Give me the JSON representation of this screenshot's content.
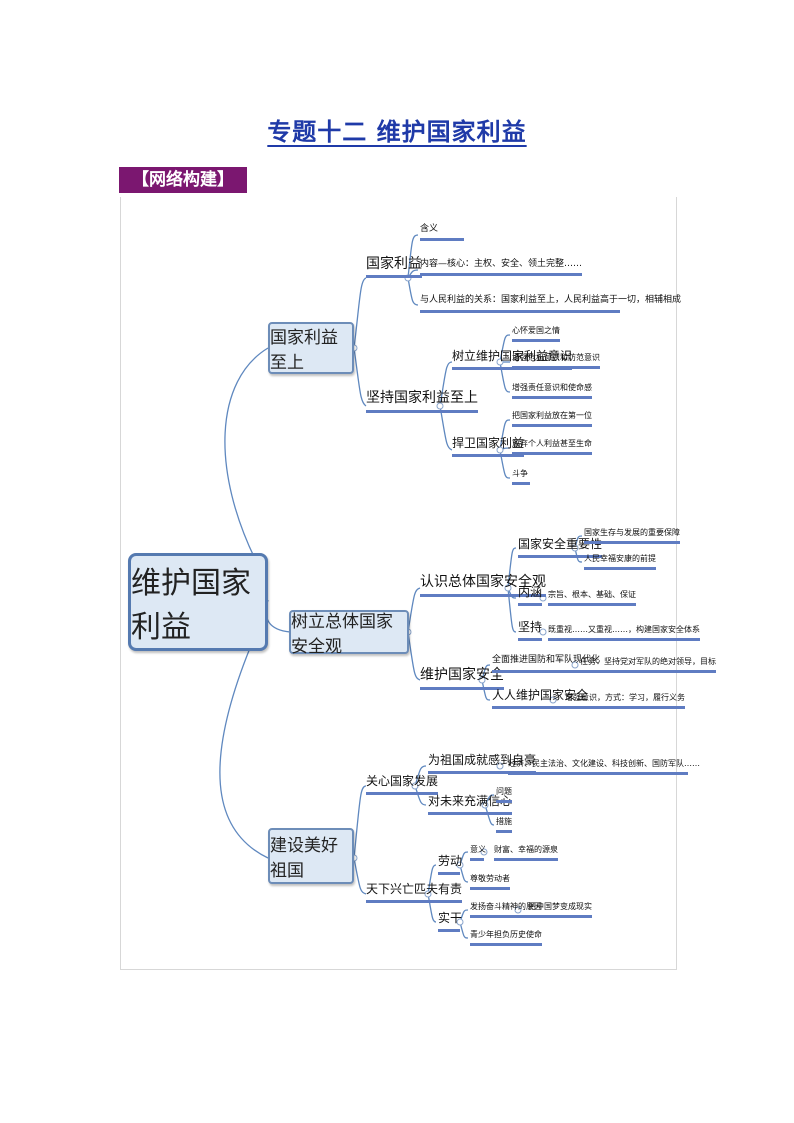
{
  "title": "专题十二   维护国家利益",
  "section_label": "【网络构建】",
  "mindmap": {
    "root": "维护国家利益",
    "b1": {
      "label": "国家利益至上",
      "c1": {
        "label": "国家利益",
        "i1": "含义",
        "i2": "内容—核心：主权、安全、领土完整……",
        "i3": "与人民利益的关系：国家利益至上，人民利益高于一切，相辅相成"
      },
      "c2": {
        "label": "坚持国家利益至上",
        "d1": {
          "label": "树立维护国家利益意识",
          "e1": "心怀爱国之情",
          "e2": "增强危机意识和防范意识",
          "e3": "增强责任意识和使命感"
        },
        "d2": {
          "label": "捍卫国家利益",
          "e1": "把国家利益放在第一位",
          "e2": "放弃个人利益甚至生命",
          "e3": "斗争"
        }
      }
    },
    "b2": {
      "label": "树立总体国家安全观",
      "c1": {
        "label": "认识总体国家安全观",
        "d1": {
          "label": "国家安全重要性",
          "e1": "国家生存与发展的重要保障",
          "e2": "人民幸福安康的前提"
        },
        "d2": {
          "label": "内涵",
          "e1": "宗旨、根本、基础、保证"
        },
        "d3": {
          "label": "坚持",
          "e1": "既重视……又重视……，构建国家安全体系"
        }
      },
      "c2": {
        "label": "维护国家安全",
        "d1": {
          "label": "全面推进国防和军队现代化",
          "e1": "任务：坚持党对军队的绝对领导，目标"
        },
        "d2": {
          "label": "人人维护国家安全",
          "e1": "增强意识，方式：学习，履行义务"
        }
      }
    },
    "b3": {
      "label": "建设美好祖国",
      "c1": {
        "label": "关心国家发展",
        "d1": {
          "label": "为祖国成就感到自豪",
          "e1": "经济、民主法治、文化建设、科技创新、国防军队……"
        },
        "d2": {
          "label": "对未来充满信心",
          "e1": "问题",
          "e2": "措施"
        }
      },
      "c2": {
        "label": "天下兴亡匹夫有责",
        "d1": {
          "label": "劳动",
          "e1": "意义",
          "e1x": "财富、幸福的源泉",
          "e2": "尊敬劳动者"
        },
        "d2": {
          "label": "实干",
          "e1": "发扬奋斗精神的原因",
          "e1x": "把中国梦变成现实",
          "e2": "青少年担负历史使命"
        }
      }
    }
  }
}
